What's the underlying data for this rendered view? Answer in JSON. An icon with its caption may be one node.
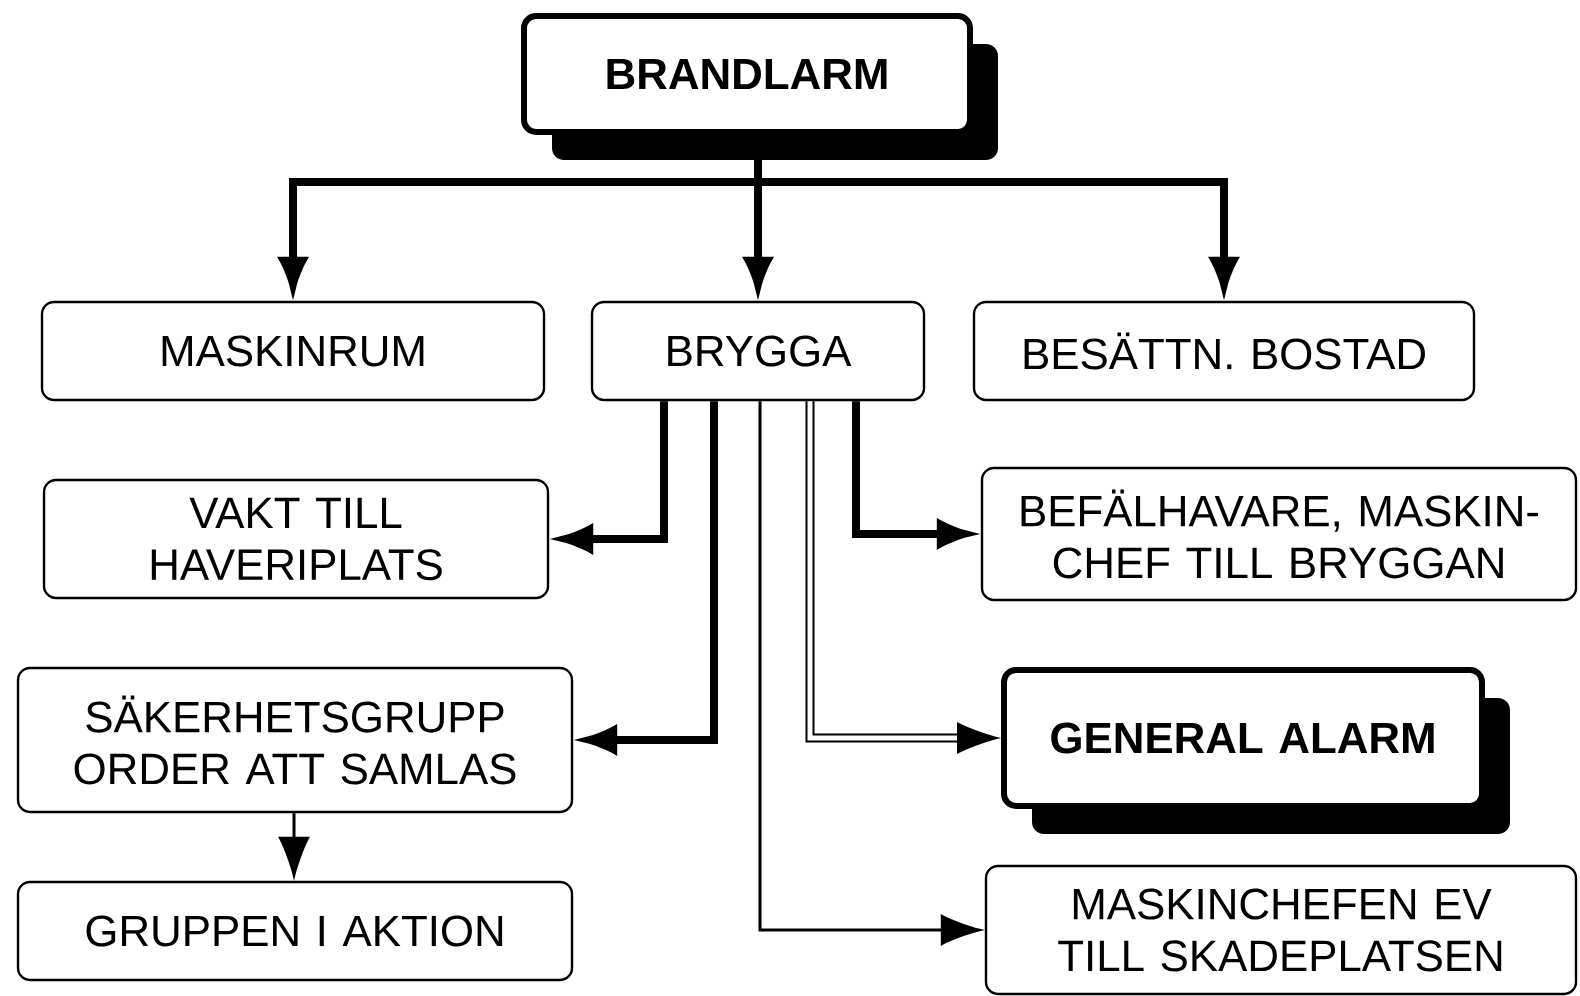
{
  "diagram": {
    "nodes": [
      {
        "text": [
          "BRANDLARM"
        ]
      },
      {
        "text": [
          "MASKINRUM"
        ]
      },
      {
        "text": [
          "BRYGGA"
        ]
      },
      {
        "text": [
          "BESÄTTN.  BOSTAD"
        ]
      },
      {
        "text": [
          "VAKT TILL HAVERIPLATS"
        ]
      },
      {
        "text": [
          "BEFÄLHAVARE, MASKIN- CHEF TILL BRYGGAN"
        ]
      },
      {
        "text": [
          "SÄKERHETSGRUPP ORDER ATT SAMLAS"
        ]
      },
      {
        "text": [
          "GENERAL ALARM"
        ]
      },
      {
        "text": [
          "GRUPPEN I AKTION"
        ]
      },
      {
        "text": [
          "MASKINCHEFEN EV TILL SKADEPLATSEN"
        ]
      }
    ],
    "edges": [
      {
        "from": 0,
        "to": 1,
        "arrow": "to"
      },
      {
        "from": 0,
        "to": 2,
        "arrow": "to"
      },
      {
        "from": 0,
        "to": 3,
        "arrow": "to"
      },
      {
        "from": 2,
        "to": 4,
        "arrow": "to"
      },
      {
        "from": 2,
        "to": 5,
        "arrow": "to"
      },
      {
        "from": 2,
        "to": 6,
        "arrow": "to"
      },
      {
        "from": 2,
        "to": 7,
        "arrow": "to"
      },
      {
        "from": 2,
        "to": 9,
        "arrow": "to"
      },
      {
        "from": 6,
        "to": 8,
        "arrow": "to"
      }
    ]
  }
}
